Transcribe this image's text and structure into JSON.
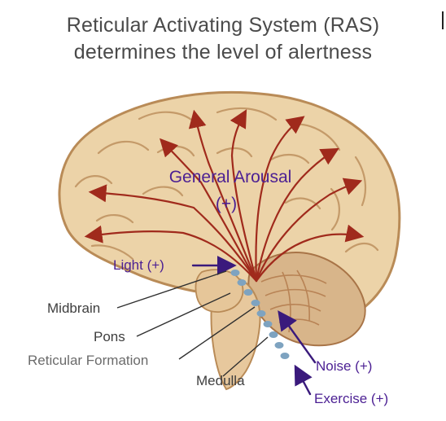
{
  "title": {
    "line1": "Reticular Activating System (RAS)",
    "line2": "determines the level of alertness"
  },
  "labels": {
    "general_arousal": "General Arousal",
    "general_arousal_sign": "(+)",
    "light": "Light (+)",
    "midbrain": "Midbrain",
    "pons": "Pons",
    "reticular_formation": "Reticular Formation",
    "medulla": "Medulla",
    "noise": "Noise (+)",
    "exercise": "Exercise (+)"
  },
  "colors": {
    "title_text": "#4a4a4a",
    "input_label": "#4b1f93",
    "structure_label": "#3e3e3e",
    "arousal_arrow": "#a02a1c",
    "brain_fill": "#ecd3a8",
    "brain_outline": "#b98b57",
    "reticular_dots": "#7ea3c0",
    "cerebellum": "#c79163"
  },
  "icons": {
    "arousal_arrows": "red-arrow-icon",
    "input_arrows": "purple-arrow-icon"
  }
}
